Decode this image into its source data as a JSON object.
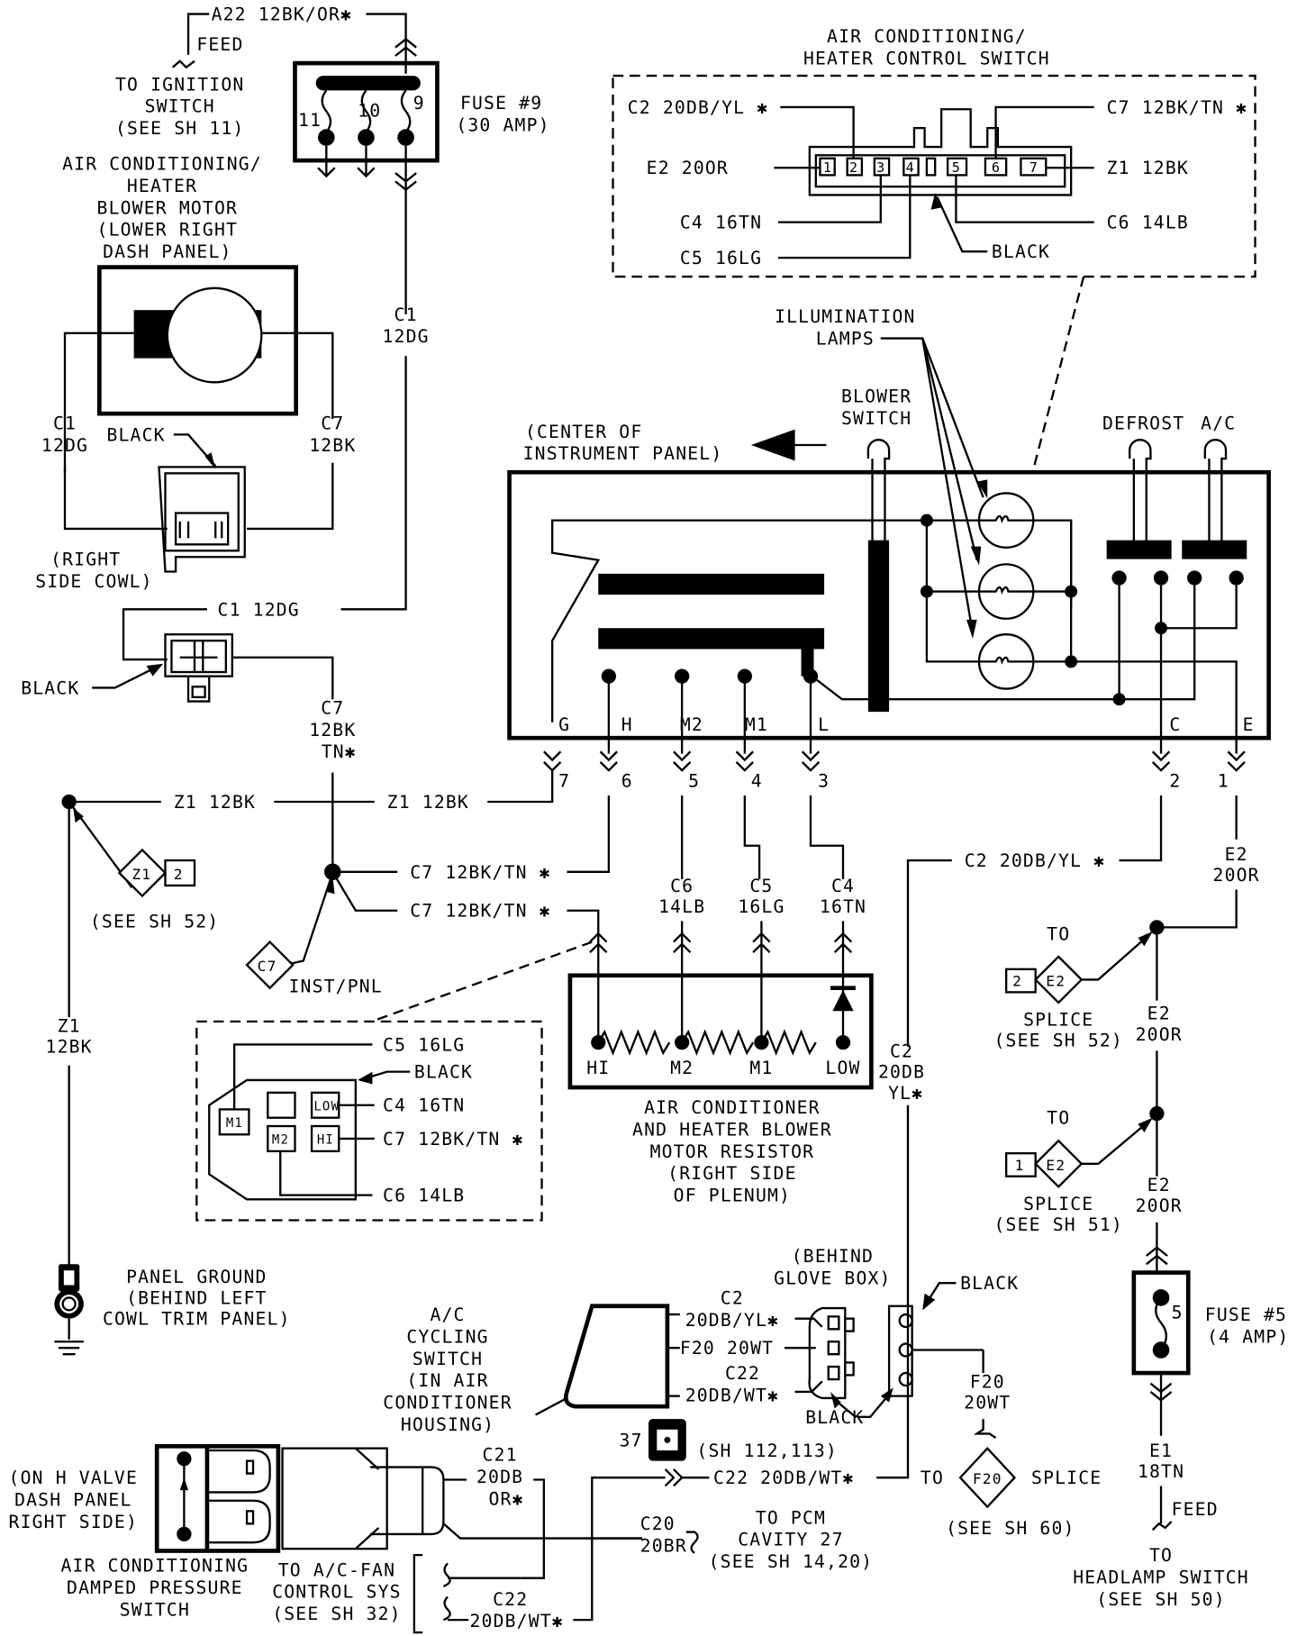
{
  "title": "Air Conditioning / Heater Blower Wiring Diagram",
  "ink_color": "#000000",
  "background_color": "#ffffff",
  "top_left": {
    "feed_wire": "A22 12BK/OR✱",
    "feed": "FEED",
    "ignition": [
      "TO IGNITION",
      "SWITCH",
      "(SEE SH 11)"
    ],
    "fuse9_terminals": [
      "11",
      "10",
      "9"
    ],
    "fuse9_label": [
      "FUSE #9",
      "(30 AMP)"
    ]
  },
  "blower_motor": {
    "label": [
      "AIR CONDITIONING/",
      "HEATER",
      "BLOWER MOTOR",
      "(LOWER RIGHT",
      "DASH PANEL)"
    ],
    "left_wire": [
      "C1",
      "12DG"
    ],
    "right_wire": [
      "C7",
      "12BK"
    ],
    "connector_color": "BLACK",
    "connector_location": [
      "(RIGHT",
      "SIDE COWL)"
    ],
    "c1_wire_vertical": [
      "C1",
      "12DG"
    ],
    "c1_horizontal": "C1 12DG",
    "inline_connector_color": "BLACK",
    "c7_down": [
      "C7",
      "12BK",
      "TN✱"
    ]
  },
  "control_switch": {
    "title": [
      "AIR CONDITIONING/",
      "HEATER CONTROL SWITCH"
    ],
    "pins": [
      "1",
      "2",
      "3",
      "4",
      "5",
      "6",
      "7"
    ],
    "wires_left": [
      "C2 20DB/YL ✱",
      "E2 20OR",
      "C4 16TN",
      "C5 16LG"
    ],
    "wires_right": [
      "C7 12BK/TN ✱",
      "Z1 12BK",
      "C6 14LB"
    ],
    "connector_color": "BLACK"
  },
  "instrument_panel": {
    "illumination": [
      "ILLUMINATION",
      "LAMPS"
    ],
    "blower_switch": [
      "BLOWER",
      "SWITCH"
    ],
    "center_label": [
      "(CENTER OF",
      "INSTRUMENT PANEL)"
    ],
    "defrost": "DEFROST",
    "ac": "A/C",
    "terminals": [
      "G",
      "H",
      "M2",
      "M1",
      "L",
      "C",
      "E"
    ],
    "cavities": [
      "7",
      "6",
      "5",
      "4",
      "3",
      "2",
      "1"
    ]
  },
  "ground": {
    "z1_left": "Z1 12BK",
    "z1_right": "Z1 12BK",
    "z1_splice": "Z1",
    "z1_splice_num": "2",
    "see_sh52": "(SEE SH 52)",
    "z1_vertical": [
      "Z1",
      "12BK"
    ],
    "panel_ground": [
      "PANEL GROUND",
      "(BEHIND LEFT",
      "COWL TRIM PANEL)"
    ],
    "c7_wire_a": "C7 12BK/TN ✱",
    "c7_wire_b": "C7 12BK/TN ✱",
    "c7_splice": "C7",
    "inst_pnl": "INST/PNL"
  },
  "resistor": {
    "wires": [
      [
        "C6",
        "14LB"
      ],
      [
        "C5",
        "16LG"
      ],
      [
        "C4",
        "16TN"
      ]
    ],
    "taps": [
      "HI",
      "M2",
      "M1",
      "LOW"
    ],
    "label": [
      "AIR CONDITIONER",
      "AND HEATER BLOWER",
      "MOTOR RESISTOR",
      "(RIGHT SIDE",
      "OF PLENUM)"
    ],
    "connector": {
      "pins": [
        "M1",
        "LOW",
        "M2",
        "HI"
      ],
      "wires": [
        "C5 16LG",
        "BLACK",
        "C4 16TN",
        "C7 12BK/TN ✱",
        "C6 14LB"
      ]
    }
  },
  "right_column": {
    "c2_wire": "C2 20DB/YL ✱",
    "e2_top": [
      "E2",
      "20OR"
    ],
    "splice1": {
      "to": "TO",
      "num": "2",
      "id": "E2",
      "label": [
        "SPLICE",
        "(SEE SH 52)"
      ]
    },
    "e2_mid": [
      "E2",
      "20OR"
    ],
    "splice2": {
      "to": "TO",
      "num": "1",
      "id": "E2",
      "label": [
        "SPLICE",
        "(SEE SH 51)"
      ]
    },
    "e2_low": [
      "E2",
      "20OR"
    ],
    "fuse5_num": "5",
    "fuse5_label": [
      "FUSE #5",
      "(4 AMP)"
    ],
    "e1": [
      "E1",
      "18TN"
    ],
    "feed": "FEED",
    "headlamp": [
      "TO",
      "HEADLAMP SWITCH",
      "(SEE SH 50)"
    ],
    "c2_vertical": [
      "C2",
      "20DB",
      "YL✱"
    ]
  },
  "cycling": {
    "glove_box": [
      "(BEHIND",
      "GLOVE BOX)"
    ],
    "connector_color": "BLACK",
    "switch_label": [
      "A/C",
      "CYCLING",
      "SWITCH",
      "(IN AIR",
      "CONDITIONER",
      "HOUSING)"
    ],
    "wires": [
      [
        "C2",
        "20DB/YL✱"
      ],
      "F20 20WT",
      [
        "C22",
        "20DB/WT✱"
      ]
    ],
    "bottom_black": "BLACK",
    "f20_wire": [
      "F20",
      "20WT"
    ],
    "f20_splice_to": "TO",
    "f20_splice_id": "F20",
    "f20_splice_label": "SPLICE",
    "f20_see": "(SEE SH 60)",
    "pcm_num": "37",
    "pcm_ref": "(SH 112,113)",
    "c22_wire": "C22 20DB/WT✱"
  },
  "pressure_switch": {
    "location": [
      "(ON H VALVE",
      "DASH PANEL",
      "RIGHT SIDE)"
    ],
    "label": [
      "AIR CONDITIONING",
      "DAMPED PRESSURE",
      "SWITCH"
    ],
    "c21": [
      "C21",
      "20DB",
      "OR✱"
    ],
    "c20": [
      "C20",
      "20BR"
    ],
    "pcm": [
      "TO PCM",
      "CAVITY 27",
      "(SEE SH 14,20)"
    ],
    "fan": [
      "TO A/C-FAN",
      "CONTROL SYS",
      "(SEE SH 32)"
    ],
    "c22": [
      "C22",
      "20DB/WT✱"
    ]
  }
}
